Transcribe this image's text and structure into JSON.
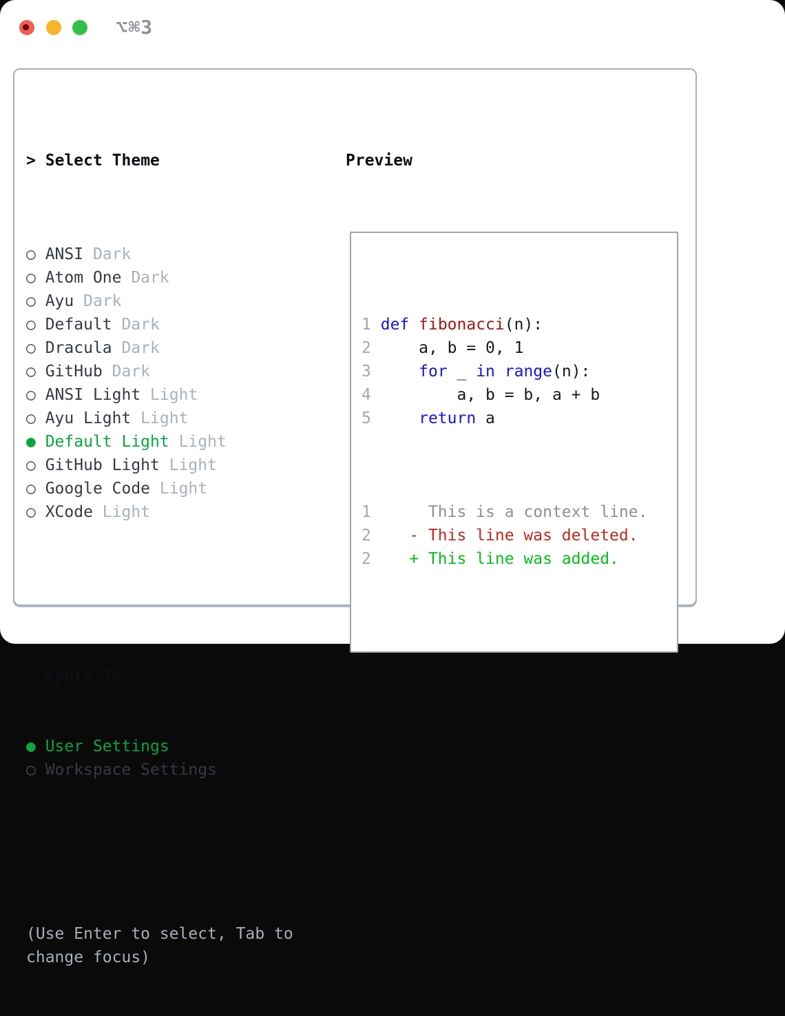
{
  "window": {
    "title": "⌥⌘3"
  },
  "theme_select": {
    "header": {
      "marker": ">",
      "label": "Select Theme"
    },
    "items": [
      {
        "marker": "○",
        "name": "ANSI",
        "tag": "Dark",
        "selected": false
      },
      {
        "marker": "○",
        "name": "Atom One",
        "tag": "Dark",
        "selected": false
      },
      {
        "marker": "○",
        "name": "Ayu",
        "tag": "Dark",
        "selected": false
      },
      {
        "marker": "○",
        "name": "Default",
        "tag": "Dark",
        "selected": false
      },
      {
        "marker": "○",
        "name": "Dracula",
        "tag": "Dark",
        "selected": false
      },
      {
        "marker": "○",
        "name": "GitHub",
        "tag": "Dark",
        "selected": false
      },
      {
        "marker": "○",
        "name": "ANSI Light",
        "tag": "Light",
        "selected": false
      },
      {
        "marker": "○",
        "name": "Ayu Light",
        "tag": "Light",
        "selected": false
      },
      {
        "marker": "●",
        "name": "Default Light",
        "tag": "Light",
        "selected": true
      },
      {
        "marker": "○",
        "name": "GitHub Light",
        "tag": "Light",
        "selected": false
      },
      {
        "marker": "○",
        "name": "Google Code",
        "tag": "Light",
        "selected": false
      },
      {
        "marker": "○",
        "name": "XCode",
        "tag": "Light",
        "selected": false
      }
    ]
  },
  "apply_to": {
    "header": "Apply To",
    "items": [
      {
        "marker": "●",
        "name": "User Settings",
        "selected": true
      },
      {
        "marker": "○",
        "name": "Workspace Settings",
        "selected": false
      }
    ]
  },
  "hint": "(Use Enter to select, Tab to change focus)",
  "preview": {
    "label": "Preview",
    "code_lines": [
      [
        {
          "c": "num",
          "t": "1"
        },
        {
          "c": "plain",
          "t": " "
        },
        {
          "c": "kw",
          "t": "def"
        },
        {
          "c": "plain",
          "t": " "
        },
        {
          "c": "fn",
          "t": "fibonacci"
        },
        {
          "c": "plain",
          "t": "(n):"
        }
      ],
      [
        {
          "c": "num",
          "t": "2"
        },
        {
          "c": "plain",
          "t": "     a, b = 0, 1"
        }
      ],
      [
        {
          "c": "num",
          "t": "3"
        },
        {
          "c": "plain",
          "t": "     "
        },
        {
          "c": "kw",
          "t": "for"
        },
        {
          "c": "plain",
          "t": " _ "
        },
        {
          "c": "kw",
          "t": "in"
        },
        {
          "c": "plain",
          "t": " "
        },
        {
          "c": "kw",
          "t": "range"
        },
        {
          "c": "plain",
          "t": "(n):"
        }
      ],
      [
        {
          "c": "num",
          "t": "4"
        },
        {
          "c": "plain",
          "t": "         a, b = b, a + b"
        }
      ],
      [
        {
          "c": "num",
          "t": "5"
        },
        {
          "c": "plain",
          "t": "     "
        },
        {
          "c": "kw",
          "t": "return"
        },
        {
          "c": "plain",
          "t": " a"
        }
      ]
    ],
    "diff_lines": [
      [
        {
          "c": "num",
          "t": "1"
        },
        {
          "c": "ctx",
          "t": "      This is a context line."
        }
      ],
      [
        {
          "c": "num",
          "t": "2"
        },
        {
          "c": "del",
          "t": "    - This line was deleted."
        }
      ],
      [
        {
          "c": "num",
          "t": "2"
        },
        {
          "c": "add",
          "t": "    + This line was added."
        }
      ]
    ]
  },
  "colors": {
    "selected_green": "#0aa53f",
    "added_green": "#05be1c",
    "deleted_red": "#c3281c",
    "keyword_blue": "#1515e0",
    "function_red": "#a21713",
    "muted_gray": "#a8b0bb",
    "traffic_red": "#f25c51",
    "traffic_yellow": "#f7b52c",
    "traffic_green": "#31c147"
  }
}
